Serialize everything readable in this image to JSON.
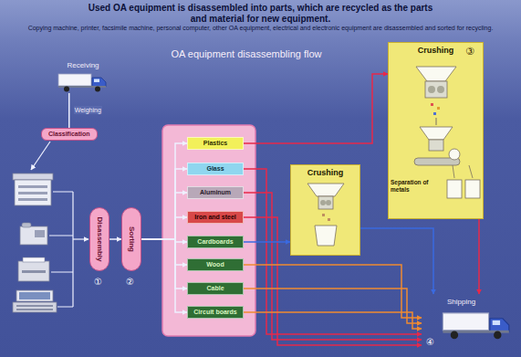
{
  "diagram": {
    "title": "Used OA equipment is disassembled into parts, which are recycled as the parts and material for new equipment.",
    "nodes": [
      {
        "text": [
          "Receiving"
        ]
      },
      {
        "text": [
          "Classification"
        ]
      },
      {
        "text": [
          "Disassembly"
        ]
      },
      {
        "text": [
          "Sorting"
        ]
      },
      {
        "text": [
          "Plastics"
        ]
      },
      {
        "text": [
          "Glass"
        ]
      },
      {
        "text": [
          "Aluminum"
        ]
      },
      {
        "text": [
          "Iron and steel"
        ]
      },
      {
        "text": [
          "Cardboards"
        ]
      },
      {
        "text": [
          "Wood"
        ]
      },
      {
        "text": [
          "Cable"
        ]
      },
      {
        "text": [
          "Circuit boards"
        ]
      },
      {
        "text": [
          "Crushing"
        ]
      },
      {
        "text": [
          "Crushing"
        ]
      },
      {
        "text": [
          "Shipping"
        ]
      }
    ],
    "edges": [
      {
        "from": 0,
        "to": 1,
        "label": "Weighing",
        "arrow": "none"
      },
      {
        "from": 2,
        "to": 3,
        "arrow": "to"
      },
      {
        "from": 3,
        "to": 4,
        "arrow": "to"
      },
      {
        "from": 3,
        "to": 5,
        "arrow": "to"
      },
      {
        "from": 3,
        "to": 6,
        "arrow": "to"
      },
      {
        "from": 3,
        "to": 7,
        "arrow": "to"
      },
      {
        "from": 3,
        "to": 8,
        "arrow": "to"
      },
      {
        "from": 3,
        "to": 9,
        "arrow": "to"
      },
      {
        "from": 3,
        "to": 10,
        "arrow": "to"
      },
      {
        "from": 3,
        "to": 11,
        "arrow": "to"
      },
      {
        "from": 4,
        "to": 12,
        "arrow": "to"
      },
      {
        "from": 5,
        "to": 14,
        "arrow": "to"
      },
      {
        "from": 6,
        "to": 14,
        "arrow": "to"
      },
      {
        "from": 7,
        "to": 14,
        "arrow": "to"
      },
      {
        "from": 8,
        "to": 13,
        "arrow": "to"
      },
      {
        "from": 9,
        "to": 14,
        "arrow": "to"
      },
      {
        "from": 10,
        "to": 14,
        "arrow": "to"
      },
      {
        "from": 11,
        "to": 14,
        "arrow": "to"
      },
      {
        "from": 13,
        "to": 14,
        "arrow": "to"
      },
      {
        "from": 12,
        "to": 14,
        "arrow": "to"
      }
    ],
    "labels": [
      "Copying machine, printer, facsimile machine, personal computer, other OA equipment, electrical and electronic equipment are disassembled and sorted for recycling.",
      "OA equipment disassembling flow",
      "①",
      "②",
      "Separation of metals",
      "③",
      "④"
    ]
  }
}
